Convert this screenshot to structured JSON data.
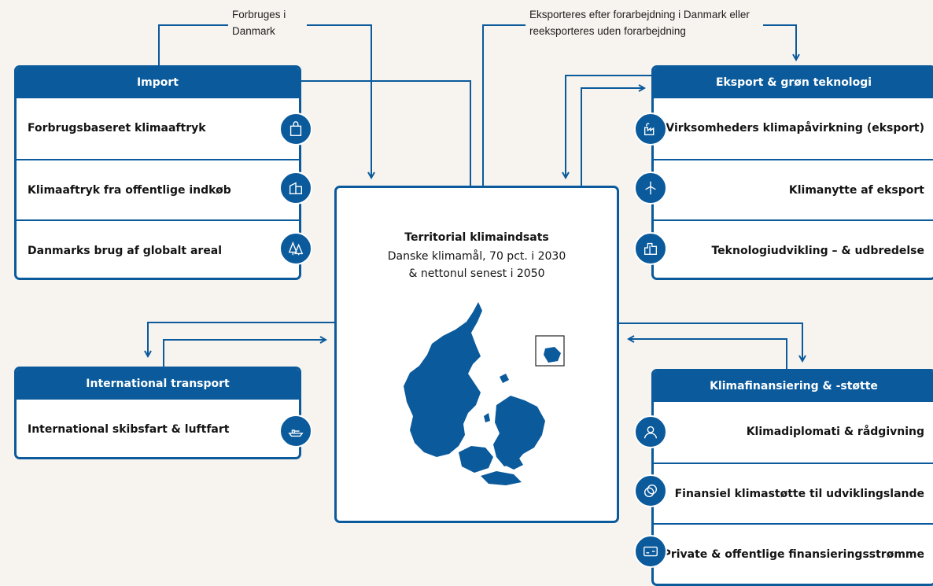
{
  "annotations": {
    "consumed": "Forbruges i Danmark",
    "exported": "Eksporteres efter forarbejdning i Danmark eller reeksporteres uden forarbejdning"
  },
  "import": {
    "title": "Import",
    "rows": [
      {
        "label": "Forbrugsbaseret klimaaftryk",
        "icon": "shopping-bag-icon"
      },
      {
        "label": "Klimaaftryk fra offentlige indkøb",
        "icon": "buildings-icon"
      },
      {
        "label": "Danmarks brug af globalt areal",
        "icon": "trees-icon"
      }
    ]
  },
  "transport": {
    "title": "International transport",
    "rows": [
      {
        "label": "International skibsfart & luftfart",
        "icon": "ship-icon"
      }
    ]
  },
  "center": {
    "title": "Territorial klimaindsats",
    "subtitle": "Danske klimamål, 70 pct. i 2030 & nettonul senest i 2050"
  },
  "export": {
    "title": "Eksport & grøn teknologi",
    "rows": [
      {
        "label": "Virksomheders klimapåvirkning (eksport)",
        "icon": "factory-icon"
      },
      {
        "label": "Klimanytte af eksport",
        "icon": "wind-turbine-icon"
      },
      {
        "label": "Teknologiudvikling – & udbredelse",
        "icon": "city-icon"
      }
    ]
  },
  "finance": {
    "title": "Klimafinansiering & -støtte",
    "rows": [
      {
        "label": "Klimadiplomati & rådgivning",
        "icon": "person-icon"
      },
      {
        "label": "Finansiel klimastøtte til udviklingslande",
        "icon": "coins-icon"
      },
      {
        "label": "Private & offentlige finansieringsstrømme",
        "icon": "credit-card-icon"
      }
    ]
  },
  "colors": {
    "primary": "#0a5a9c",
    "background": "#f7f3ee"
  }
}
